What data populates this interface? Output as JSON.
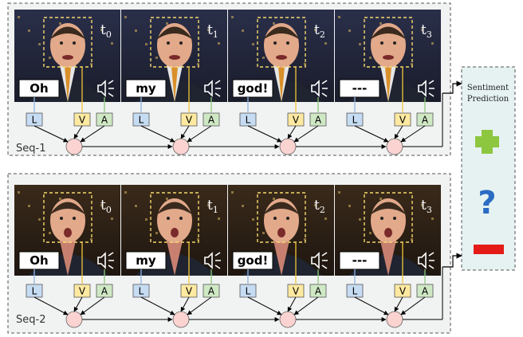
{
  "frame_times": [
    "t0",
    "t1",
    "t2",
    "t3"
  ],
  "sequences": [
    {
      "label": "Seq-1",
      "words": [
        "Oh",
        "my",
        "god!",
        "---"
      ]
    },
    {
      "label": "Seq-2",
      "words": [
        "Oh",
        "my",
        "god!",
        "---"
      ]
    }
  ],
  "modalities": [
    "L",
    "V",
    "A"
  ],
  "prediction": {
    "title_line1": "Sentiment",
    "title_line2": "Prediction",
    "symbols": [
      "plus-icon",
      "question-icon",
      "minus-icon"
    ]
  },
  "colors": {
    "L": "#c6dcf2",
    "V": "#fde9a0",
    "A": "#cfe8c4",
    "node": "#fbd3d0",
    "plus": "#8dc63f",
    "question": "#2b6cc4",
    "minus": "#e41b17",
    "panel": "#f1f2f2",
    "pred_panel": "#e6f2f2"
  }
}
